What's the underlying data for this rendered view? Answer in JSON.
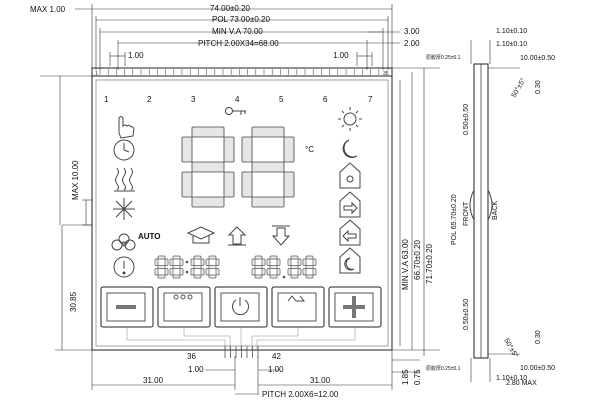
{
  "dimensions": {
    "max_top": "MAX 1.00",
    "overall_width": "74.00±0.20",
    "pol_width": "POL 73.00±0.20",
    "min_va_width": "MIN V.A 70.00",
    "pitch_top": "PITCH 2.00X34=68.00",
    "pin_left_offset": "1.00",
    "pin_right_offset": "1.00",
    "right_3_00": "3.00",
    "right_2_00": "2.00",
    "max_left_height": "MAX 10.00",
    "left_30_85": "30.85",
    "min_va_height": "MIN V.A 63.00",
    "height_66_70": "66.70±0.20",
    "height_71_70": "71.70±0.20",
    "pol_height": "POL 65.70±0.20",
    "bottom_1_85": "1.85",
    "bottom_0_75": "0.75",
    "bottom_31_left": "31.00",
    "bottom_1_00_left": "1.00",
    "bottom_1_00_right": "1.00",
    "bottom_31_right": "31.00",
    "pitch_bottom": "PITCH 2.00X6=12.00",
    "pin_36": "36",
    "pin_42": "42",
    "pin_1": "1",
    "pin_35": "35"
  },
  "side_view": {
    "top_1_10": "1.10±0.10",
    "top_1_10b": "1.10±0.10",
    "top_10_00": "10.00±0.50",
    "top_0_30": "0.30",
    "top_angle": "50°±5°",
    "top_0_50": "0.50±0.50",
    "bottom_0_50": "0.50±0.50",
    "bottom_angle": "50°±5°",
    "bottom_0_30": "0.30",
    "bottom_10_00": "10.00±0.50",
    "bottom_1_10": "1.10±0.10",
    "bottom_2_80": "2.80 MAX",
    "front_label": "FRONT",
    "back_label": "BACK",
    "tape_label_top": "原胶厚0.25±0.1",
    "tape_label_bottom": "原胶厚0.25±0.1"
  },
  "lcd": {
    "day_numbers": [
      "1",
      "2",
      "3",
      "4",
      "5",
      "6",
      "7"
    ],
    "degree_label": "°C",
    "auto_label": "AUTO",
    "time_left": "88:88",
    "time_right": "88.88"
  }
}
